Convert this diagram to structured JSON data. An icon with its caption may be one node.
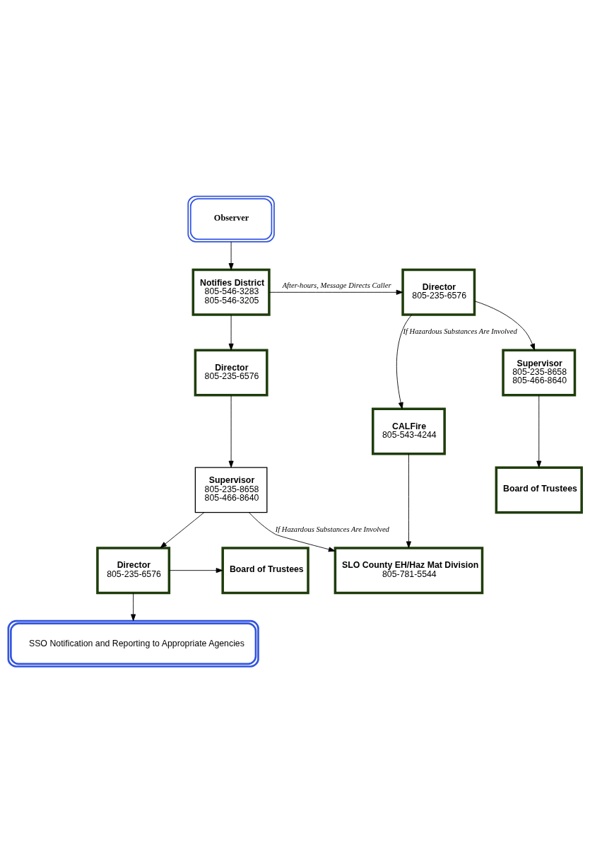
{
  "diagram": {
    "nodes": [
      {
        "text": [
          "Observer"
        ]
      },
      {
        "text": [
          "Notifies District",
          "805-546-3283",
          "805-546-3205"
        ]
      },
      {
        "text": [
          "Director",
          "805-235-6576"
        ]
      },
      {
        "text": [
          "Supervisor",
          "805-235-8658",
          "805-466-8640"
        ]
      },
      {
        "text": [
          "Board of Trustees"
        ]
      },
      {
        "text": [
          "CALFire",
          "805-543-4244"
        ]
      },
      {
        "text": [
          "Director",
          "805-235-6576"
        ]
      },
      {
        "text": [
          "Supervisor",
          "805-235-8658",
          "805-466-8640"
        ]
      },
      {
        "text": [
          "SLO County EH/Haz Mat Division",
          "805-781-5544"
        ]
      },
      {
        "text": [
          "Director",
          "805-235-6576"
        ]
      },
      {
        "text": [
          "Board of Trustees"
        ]
      },
      {
        "text": [
          "SSO Notification and Reporting to Appropriate Agencies"
        ]
      }
    ],
    "edges": [
      {
        "from": 0,
        "to": 1,
        "arrow": "to"
      },
      {
        "from": 1,
        "to": 2,
        "arrow": "to",
        "label": "After-hours, Message Directs Caller"
      },
      {
        "from": 2,
        "to": 3,
        "arrow": "to"
      },
      {
        "from": 3,
        "to": 4,
        "arrow": "to"
      },
      {
        "from": 2,
        "to": 5,
        "arrow": "to",
        "label": "If Hazardous Substances Are Involved"
      },
      {
        "from": 5,
        "to": 8,
        "arrow": "to"
      },
      {
        "from": 1,
        "to": 6,
        "arrow": "to"
      },
      {
        "from": 6,
        "to": 7,
        "arrow": "to"
      },
      {
        "from": 7,
        "to": 8,
        "arrow": "to",
        "label": "If Hazardous Substances Are Involved"
      },
      {
        "from": 7,
        "to": 9,
        "arrow": "to"
      },
      {
        "from": 9,
        "to": 10,
        "arrow": "to"
      },
      {
        "from": 9,
        "to": 11,
        "arrow": "to"
      }
    ]
  }
}
